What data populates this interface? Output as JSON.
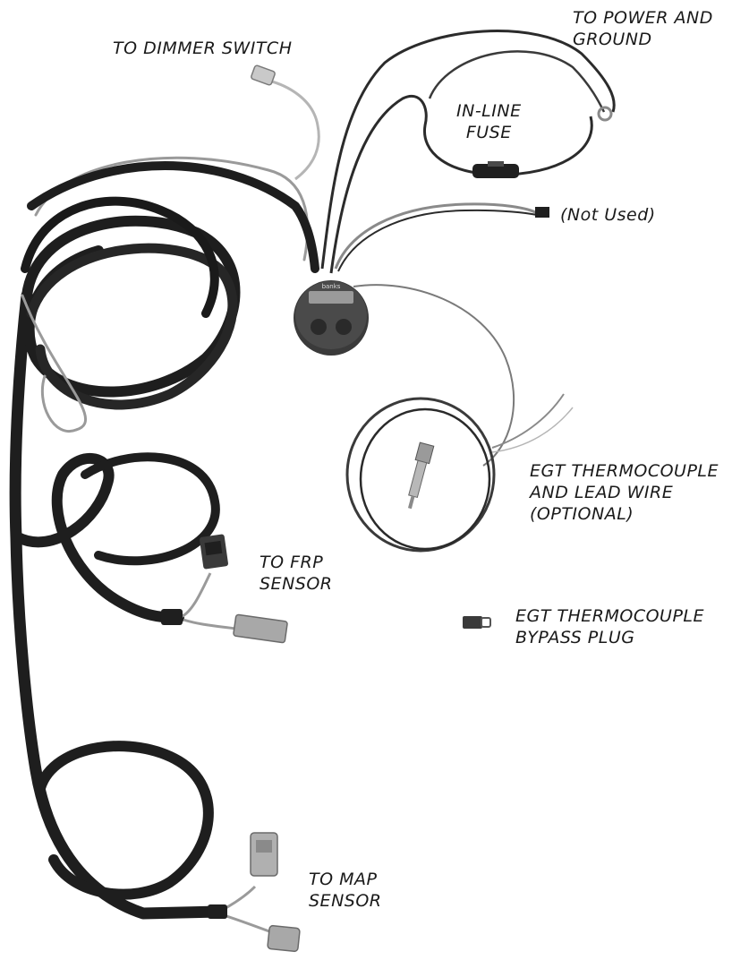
{
  "labels": {
    "dimmer": "TO DIMMER SWITCH",
    "power_line1": "TO POWER AND",
    "power_line2": "GROUND",
    "fuse_line1": "IN-LINE",
    "fuse_line2": "FUSE",
    "not_used": "(Not Used)",
    "egt_line1": "EGT THERMOCOUPLE",
    "egt_line2": "AND LEAD WIRE",
    "egt_line3": "(OPTIONAL)",
    "frp_line1": "TO FRP",
    "frp_line2": "SENSOR",
    "bypass_line1": "EGT THERMOCOUPLE",
    "bypass_line2": "BYPASS PLUG",
    "map_line1": "TO MAP",
    "map_line2": "SENSOR"
  },
  "gauge": {
    "brand": "banks"
  },
  "colors": {
    "loom": "#1e1e1e",
    "wire_dark": "#2b2b2b",
    "wire_gray": "#8a8a8a",
    "wire_light": "#bdbdbd",
    "connector": "#9a9a9a",
    "gauge_body": "#3a3a3a"
  }
}
